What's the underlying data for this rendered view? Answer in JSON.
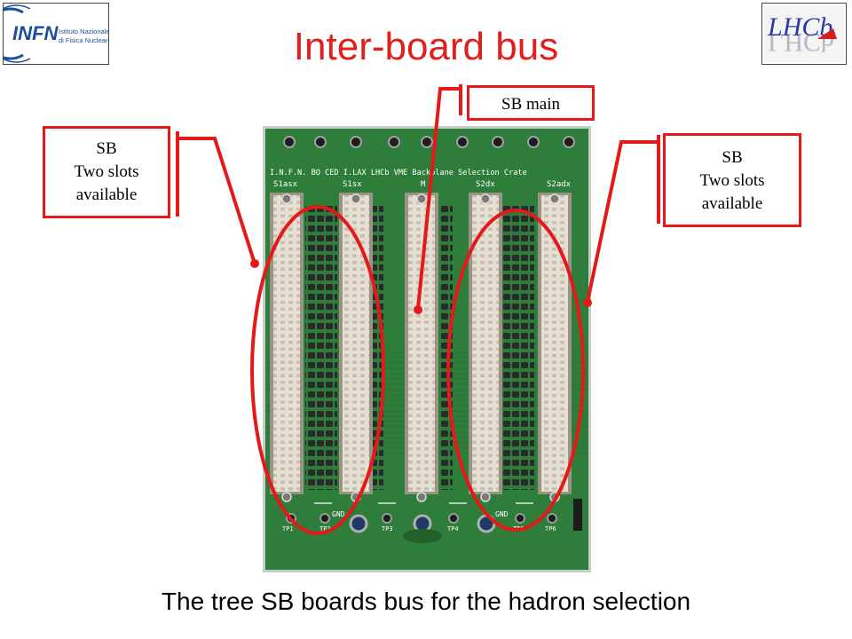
{
  "slide": {
    "title": "Inter-board bus",
    "caption": "The tree SB boards bus for the hadron selection"
  },
  "logos": {
    "infn_text": "INFN",
    "infn_sub1": "Istituto Nazionale",
    "infn_sub2": "di Fisica Nucleare",
    "lhcb_text": "LHCb"
  },
  "callouts": {
    "left": {
      "line1": "SB",
      "line2": "Two slots",
      "line3": "available"
    },
    "main": {
      "line1": "SB main"
    },
    "right": {
      "line1": "SB",
      "line2": "Two slots",
      "line3": "available"
    }
  },
  "board": {
    "silkscreen_top": "I.N.F.N. BO CED  I.LAX   LHCb VME Backplane Selection  Crate",
    "slot_labels": [
      "S1asx",
      "S1sx",
      "M",
      "S2dx",
      "S2adx"
    ],
    "gnd_labels": [
      "GND",
      "GND"
    ],
    "tp_labels": [
      "TP1",
      "TP2",
      "TP3",
      "TP4",
      "TP5",
      "TP6"
    ]
  },
  "colors": {
    "accent_red": "#e3191a",
    "pcb_green": "#2f7d3a",
    "connector": "#e6e0d4"
  }
}
